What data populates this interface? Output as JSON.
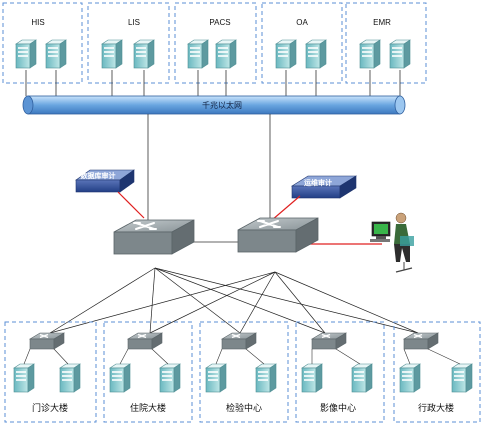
{
  "systems": [
    {
      "label": "HIS"
    },
    {
      "label": "LIS"
    },
    {
      "label": "PACS"
    },
    {
      "label": "OA"
    },
    {
      "label": "EMR"
    }
  ],
  "backbone": {
    "label": "千兆以太网"
  },
  "devices": {
    "db_audit": {
      "label": "数据库审计"
    },
    "ops_audit": {
      "label": "运维审计"
    }
  },
  "buildings": [
    {
      "label": "门诊大楼"
    },
    {
      "label": "住院大楼"
    },
    {
      "label": "检验中心"
    },
    {
      "label": "影像中心"
    },
    {
      "label": "行政大楼"
    }
  ],
  "colors": {
    "group_border": "#5b8fd6",
    "audit_link": "#e02020",
    "bus_fill": "#6aa6e0",
    "switch_fill": "#8a9498",
    "server_fill": "#8fd4d4"
  }
}
